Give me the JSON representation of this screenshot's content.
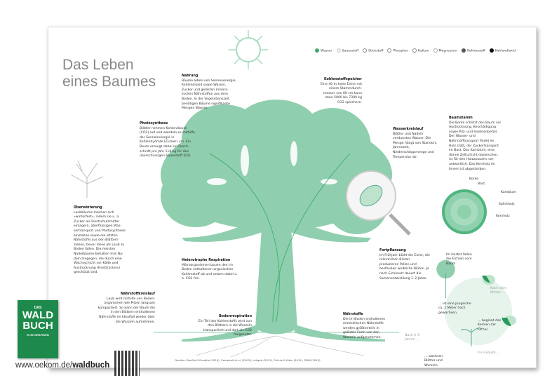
{
  "title": "Das Leben eines Baumes",
  "legend": [
    {
      "label": "Wasser",
      "color": "#3daa6e"
    },
    {
      "label": "Sauerstoff",
      "color": "#e8e8e8"
    },
    {
      "label": "Stickstoff",
      "color": "#bbbbbb"
    },
    {
      "label": "Phosphor",
      "color": "#aaaaaa"
    },
    {
      "label": "Kalium",
      "color": "#999999"
    },
    {
      "label": "Magnesium",
      "color": "#cccccc"
    },
    {
      "label": "Kohlenstoff",
      "color": "#555555"
    },
    {
      "label": "Kohlendioxid",
      "color": "#111111"
    }
  ],
  "blocks": {
    "nahrung": {
      "h": "Nahrung",
      "p": "Bäume leben von Sonnenener­gie, Kohlendioxid sowie Wasser, Zucker und gelösten minera­lischen Nährstoffen aus dem Boden. In der Vegetationszeit benötigen Bäume signifikante Mengen Wasser."
    },
    "kohlenstoff": {
      "h": "Kohlenstoffspeicher",
      "p": "Eine 40 m hohe Eiche mit einem Stammdurch­messer von 60 cm kann etwa 5000 bis 7300 kg CO2 speichern."
    },
    "photosynthese": {
      "h": "Photosynthese",
      "p": "Blätter nehmen Kohlendi­oxid (CO2) auf und wandeln es mithilfe der Sonnenenergie in Kohlenhydrate (Zucker) um. Ein Baum erzeugt dabei im Durch­schnitt pro Jahr 118 kg für den überschüssigen Sauerstoff (O2)."
    },
    "wasser": {
      "h": "Wasserkreislauf",
      "p": "Blätter und Nadeln verdunsten Wasser. Die Menge hängt von Standort, Jahreszeit, Niederschlagsmenge und Temperatur ab."
    },
    "stamm": {
      "h": "Baumstamm",
      "p": "Die Borke schützt den Baum vor Austrocknung, Beschädi­gung sowie Pilz- und Insek­tenbefall. Der Wasser- und Nährstofftransport findet im Holz statt, der Zuckertransport im Bast. Das Kambium, eine dünne Zellschicht dazwischen, ist für den Holzzuwachs ver­antwortlich. Das Kernholz im Innern ist abgestorben."
    },
    "ueberwinterung": {
      "h": "Überwinterung",
      "p": "Laubbäume machen sich »winterfest«, indem sie u. a. Zucker als Frostschutzmittel einlagern, überflüssigen Was­sertransport und Photosynthe­se einstellen sowie die letzten Nährstoffe aus den Blättern ziehen, bevor diese als Laub zu Boden fallen. Die meisten Nadelbäume behalten ihre Na­deln hingegen, die durch eine Wachsschicht vor Kälte und Austrocknung (Frosttrocknis) geschützt sind."
    },
    "hetero": {
      "h": "Heterotrophe Respiration",
      "p": "Mikroorganismen bauen den im Boden enthaltenen orga­nischen Kohlenstoff ab und setzen dabei u. a. CO2 frei."
    },
    "fort": {
      "h": "Fortpflanzung",
      "p": "Im Frühjahr blüht die Eiche, die männlichen Blüten produzieren Pollen und bestäuben weibliche Blüten. Je nach Eichenart dauert die Samenentwicklung 1–2 Jahre."
    },
    "kreislauf": {
      "h": "Nährstoffkreislauf",
      "p": "Laub wird mithilfe von Boden­organismen wie Pilzen langsam kompostiert. So kann der Baum die in den Blättern enthal­tenen Nährstoffe im Idealfall wieder über die Wurzeln aufnehmen."
    },
    "boden": {
      "h": "Bodenrespiration",
      "p": "Ein Teil des Kohlenstoffs wird von den Blättern in die Wurzeln transportiert und dort als CO2 freigesetzt."
    },
    "naehr": {
      "h": "Nährstoffe",
      "p": "Die im Boden enthaltenen mineralischen Nährstoffe werden größtenteils in gelöster Form von den Wurzeln auf­genommen."
    }
  },
  "trunk_labels": {
    "borke": "Borke",
    "bast": "Bast",
    "kambium": "Kambium",
    "splintholz": "Splintholz",
    "kernholz": "Kernholz"
  },
  "cycle": {
    "herbst": "Im Herbst fallen die Eicheln vom Baum.",
    "winter": "Nach dem Winter …",
    "keimen": "… beginnt das Keimen der Eichel.",
    "fruehjahr": "Im Frühjahr …",
    "wachsen": "… wachsen Blätter und Wurzeln.",
    "jahre": "Nach 4–5 Jahren …",
    "jung": "… ist eine Jungeiche ca. 2 Meter hoch gewachsen."
  },
  "sources": "Quellen: Bonfils & Fenaltis (2019), Campbell et al. (2003), Leitgeb (2011), Schulz & Klein (2011), SDW (2019)",
  "book": {
    "top": "DAS",
    "title1": "WALD",
    "title2": "BUCH",
    "sub": "IN 50 GRAFIKEN"
  },
  "url": {
    "pre": "www.oekom.de/",
    "bold": "waldbuch"
  }
}
